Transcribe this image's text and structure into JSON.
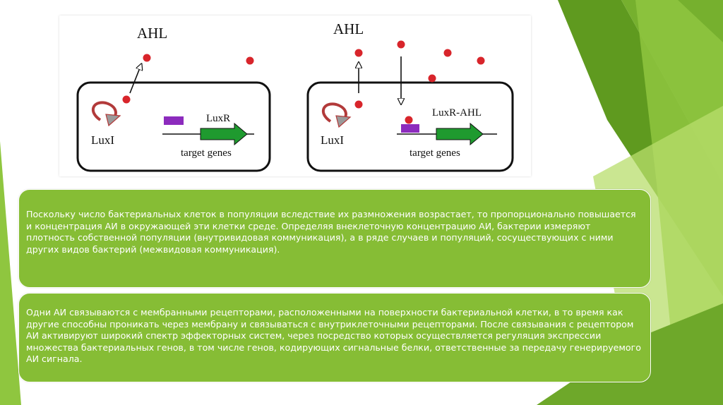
{
  "figure": {
    "left_cell": {
      "signal_label": "AHL",
      "synthase_label": "LuxI",
      "receptor_label": "LuxR",
      "genes_label": "target genes"
    },
    "right_cell": {
      "signal_label": "AHL",
      "synthase_label": "LuxI",
      "complex_label": "LuxR-AHL",
      "genes_label": "target genes"
    },
    "colors": {
      "ahl_molecule": "#d8252b",
      "receptor": "#8c2bbd",
      "gene_arrow": "#1f9a2f",
      "synthase_arrow": "#b23a3a"
    }
  },
  "paragraphs": {
    "first": "Поскольку число бактериальных клеток в популяции вследствие их размножения возрастает, то пропорционально повышается и концентрация АИ в окружающей эти клетки среде. Определяя внеклеточную концентрацию АИ, бактерии измеряют плотность собственной популяции (внутривидовая коммуникация), а в ряде случаев и популяций, сосуществующих с ними других видов бактерий (межвидовая коммуникация).",
    "second": "Одни АИ связываются с мембранными рецепторами, расположенными на поверхности бактериальной клетки, в то время как другие способны проникать через мембрану и связываться с внутриклеточными рецепторами. После связывания с рецептором АИ активируют широкий спектр эффекторных систем, через посредство которых осуществляется регуляция экспрессии множества бактериальных генов, в том числе генов, кодирующих сигнальные белки, ответственные за передачу генерируемого АИ сигнала."
  },
  "theme": {
    "text_box_fill": "#86bd35",
    "accent_dark_green": "#5f9a1f",
    "accent_light_green": "#b8dd6c"
  }
}
